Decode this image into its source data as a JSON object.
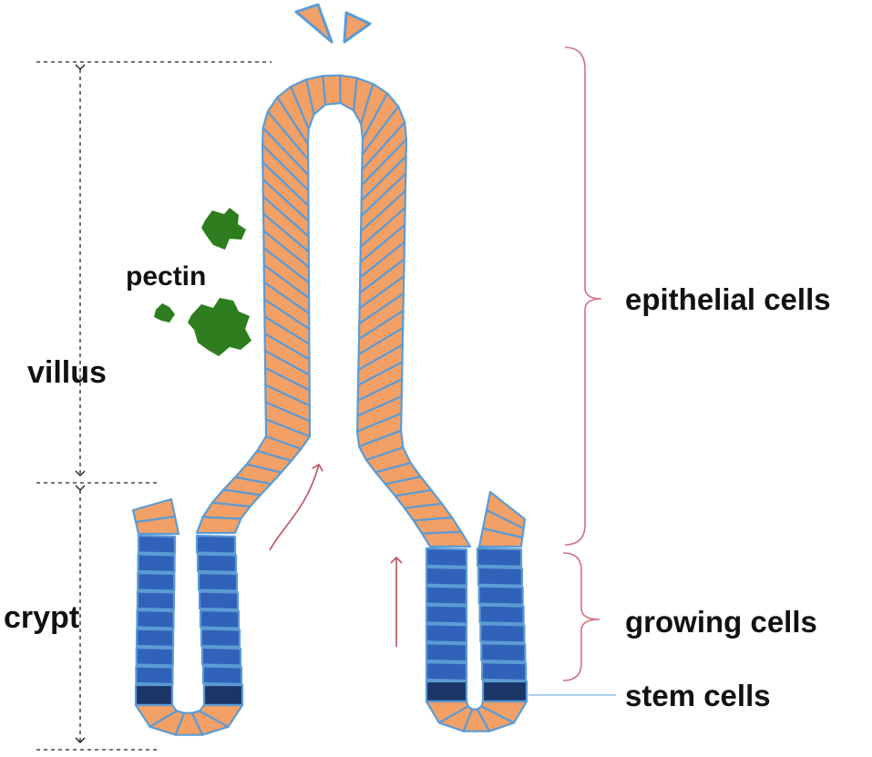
{
  "labels": {
    "villus": "villus",
    "crypt": "crypt",
    "pectin": "pectin",
    "epithelial_cells": "epithelial cells",
    "growing_cells": "growing cells",
    "stem_cells": "stem cells"
  },
  "colors": {
    "epithelial": "#F2A066",
    "growing": "#2F62B8",
    "stem": "#1B3566",
    "cell_border": "#5B9BD5",
    "bracket": "#D27082",
    "arrow": "#C0505E",
    "pectin": "#2E7D1E",
    "dashed": "#222222",
    "stem_line": "#8EC3EC"
  }
}
